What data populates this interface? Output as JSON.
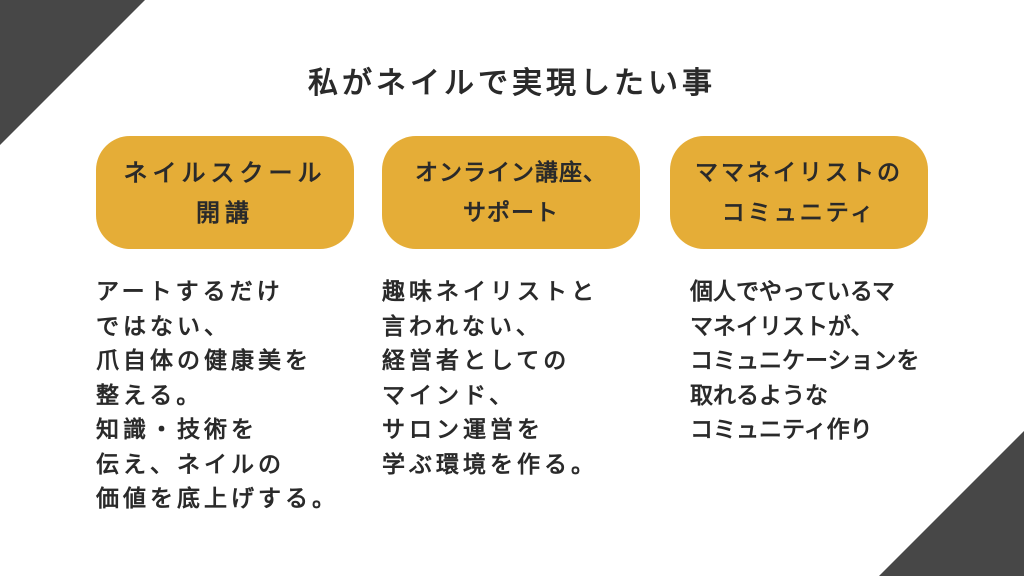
{
  "title": "私がネイルで実現したい事",
  "cards": [
    {
      "heading_lines": [
        "ネイルスクール",
        "開講"
      ],
      "description_lines": [
        "アートするだけ",
        "ではない、",
        "爪自体の健康美を",
        "整える。",
        "知識・技術を",
        "伝え、ネイルの",
        "価値を底上げする。"
      ]
    },
    {
      "heading_lines": [
        "オンライン講座、",
        "サポート"
      ],
      "description_lines": [
        "趣味ネイリストと",
        "言われない、",
        "経営者としての",
        "マインド、",
        "サロン運営を",
        "学ぶ環境を作る。"
      ]
    },
    {
      "heading_lines": [
        "ママネイリストの",
        "コミュニティ"
      ],
      "description_lines": [
        "個人でやっているマ",
        "マネイリストが、",
        "コミュニケーションを",
        "取れるような",
        "コミュニティ作り"
      ]
    }
  ],
  "colors": {
    "accent": "#e5ad37",
    "decoration": "#474747",
    "text": "#2a2a2a",
    "background": "#ffffff"
  }
}
